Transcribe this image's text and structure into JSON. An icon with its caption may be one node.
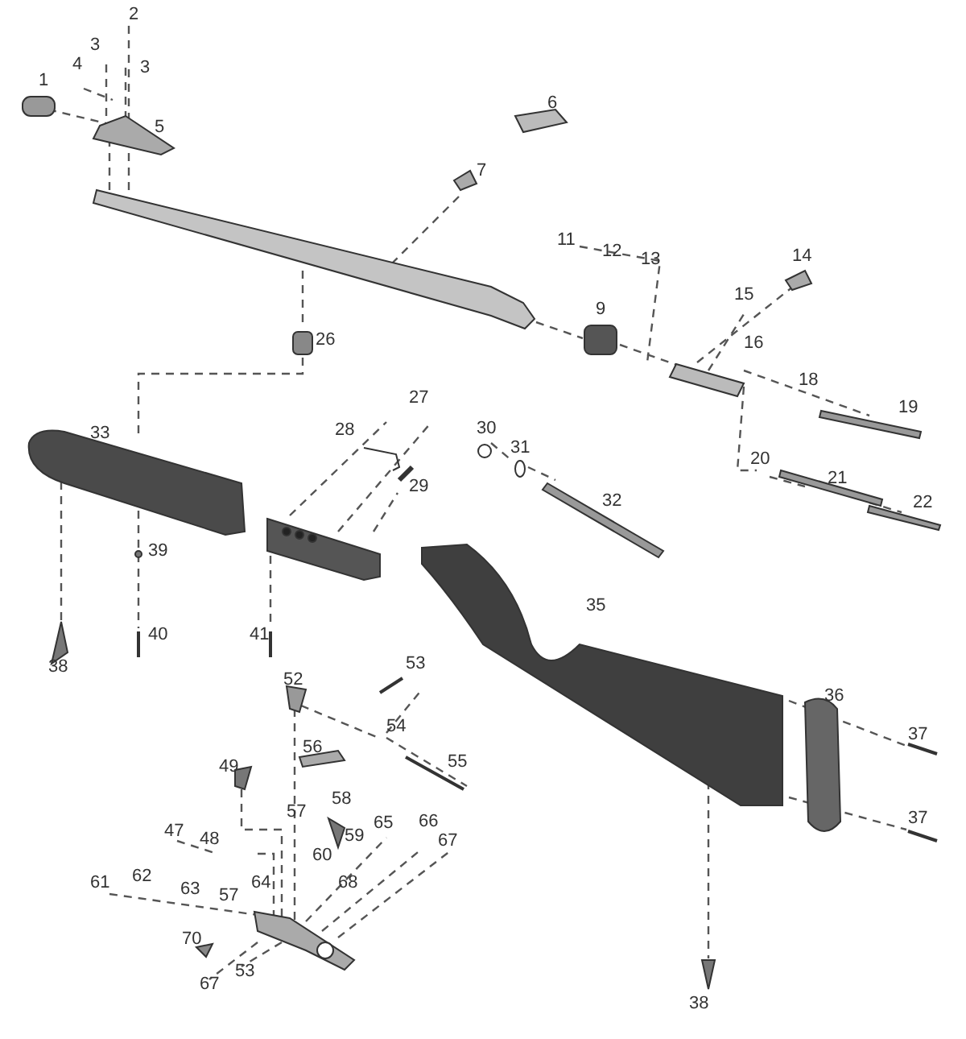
{
  "diagram": {
    "labels": [
      "2",
      "3",
      "3",
      "4",
      "1",
      "5",
      "6",
      "7",
      "11",
      "12",
      "13",
      "14",
      "15",
      "9",
      "16",
      "26",
      "18",
      "27",
      "28",
      "30",
      "31",
      "33",
      "19",
      "29",
      "20",
      "21",
      "32",
      "22",
      "39",
      "35",
      "38",
      "40",
      "41",
      "53",
      "52",
      "36",
      "54",
      "37",
      "56",
      "55",
      "49",
      "58",
      "57",
      "65",
      "66",
      "59",
      "67",
      "37",
      "47",
      "48",
      "60",
      "62",
      "64",
      "68",
      "61",
      "63",
      "57",
      "70",
      "53",
      "67",
      "38"
    ]
  }
}
